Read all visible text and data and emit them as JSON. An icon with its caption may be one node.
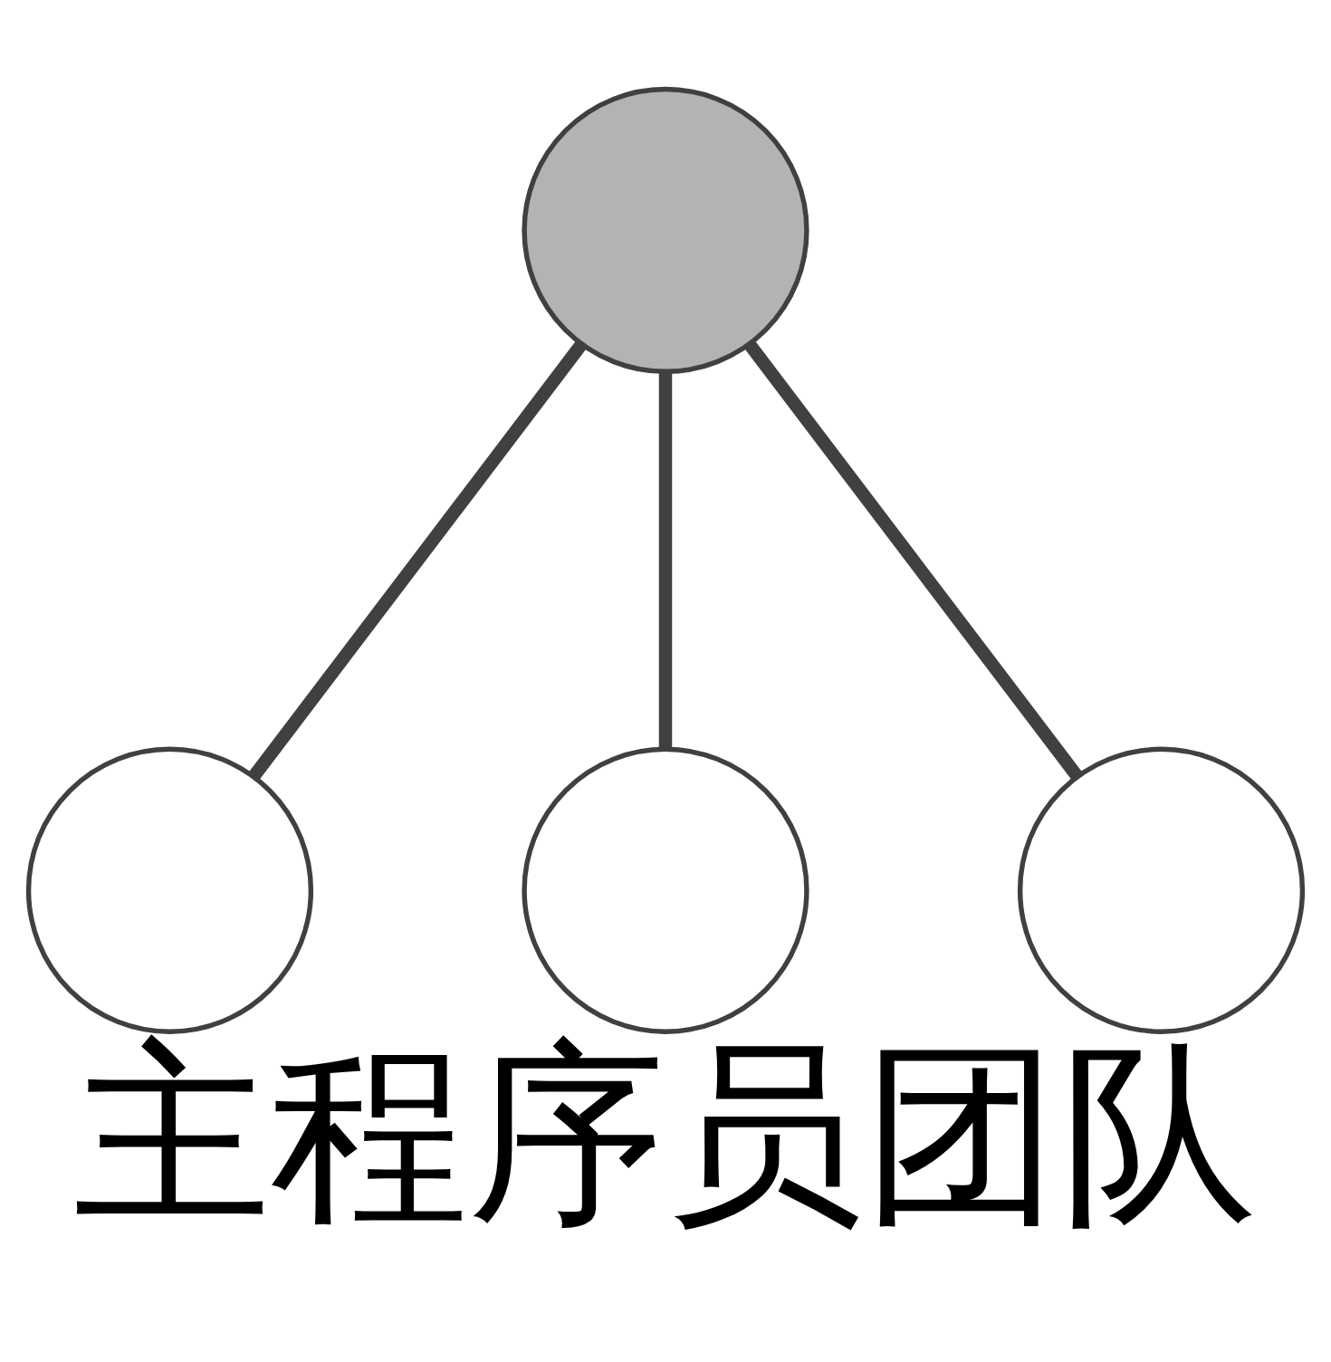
{
  "diagram": {
    "caption": "主程序员团队",
    "nodes": [
      {
        "text": [],
        "shape": "circle"
      },
      {
        "text": [],
        "shape": "circle"
      },
      {
        "text": [],
        "shape": "circle"
      },
      {
        "text": [],
        "shape": "circle"
      }
    ],
    "edges": [
      {
        "from": 0,
        "to": 1,
        "arrow": "none"
      },
      {
        "from": 0,
        "to": 2,
        "arrow": "none"
      },
      {
        "from": 0,
        "to": 3,
        "arrow": "none"
      }
    ]
  }
}
